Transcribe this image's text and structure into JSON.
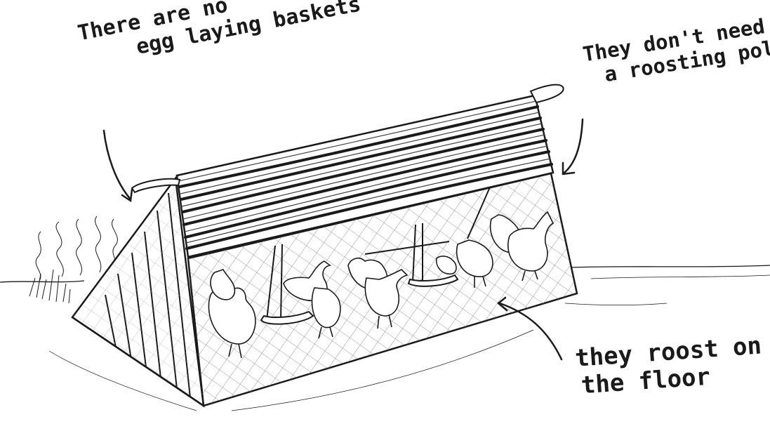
{
  "annotations": {
    "no_baskets": {
      "line1": "There are no",
      "line2": "egg laying baskets"
    },
    "no_pole": {
      "line1": "They don't need",
      "line2": "a roosting pole"
    },
    "floor": {
      "line1": "they roost on",
      "line2": "the floor"
    }
  },
  "colors": {
    "ink": "#1a1a1a",
    "paper": "#ffffff",
    "mesh": "#6a6a6a"
  }
}
